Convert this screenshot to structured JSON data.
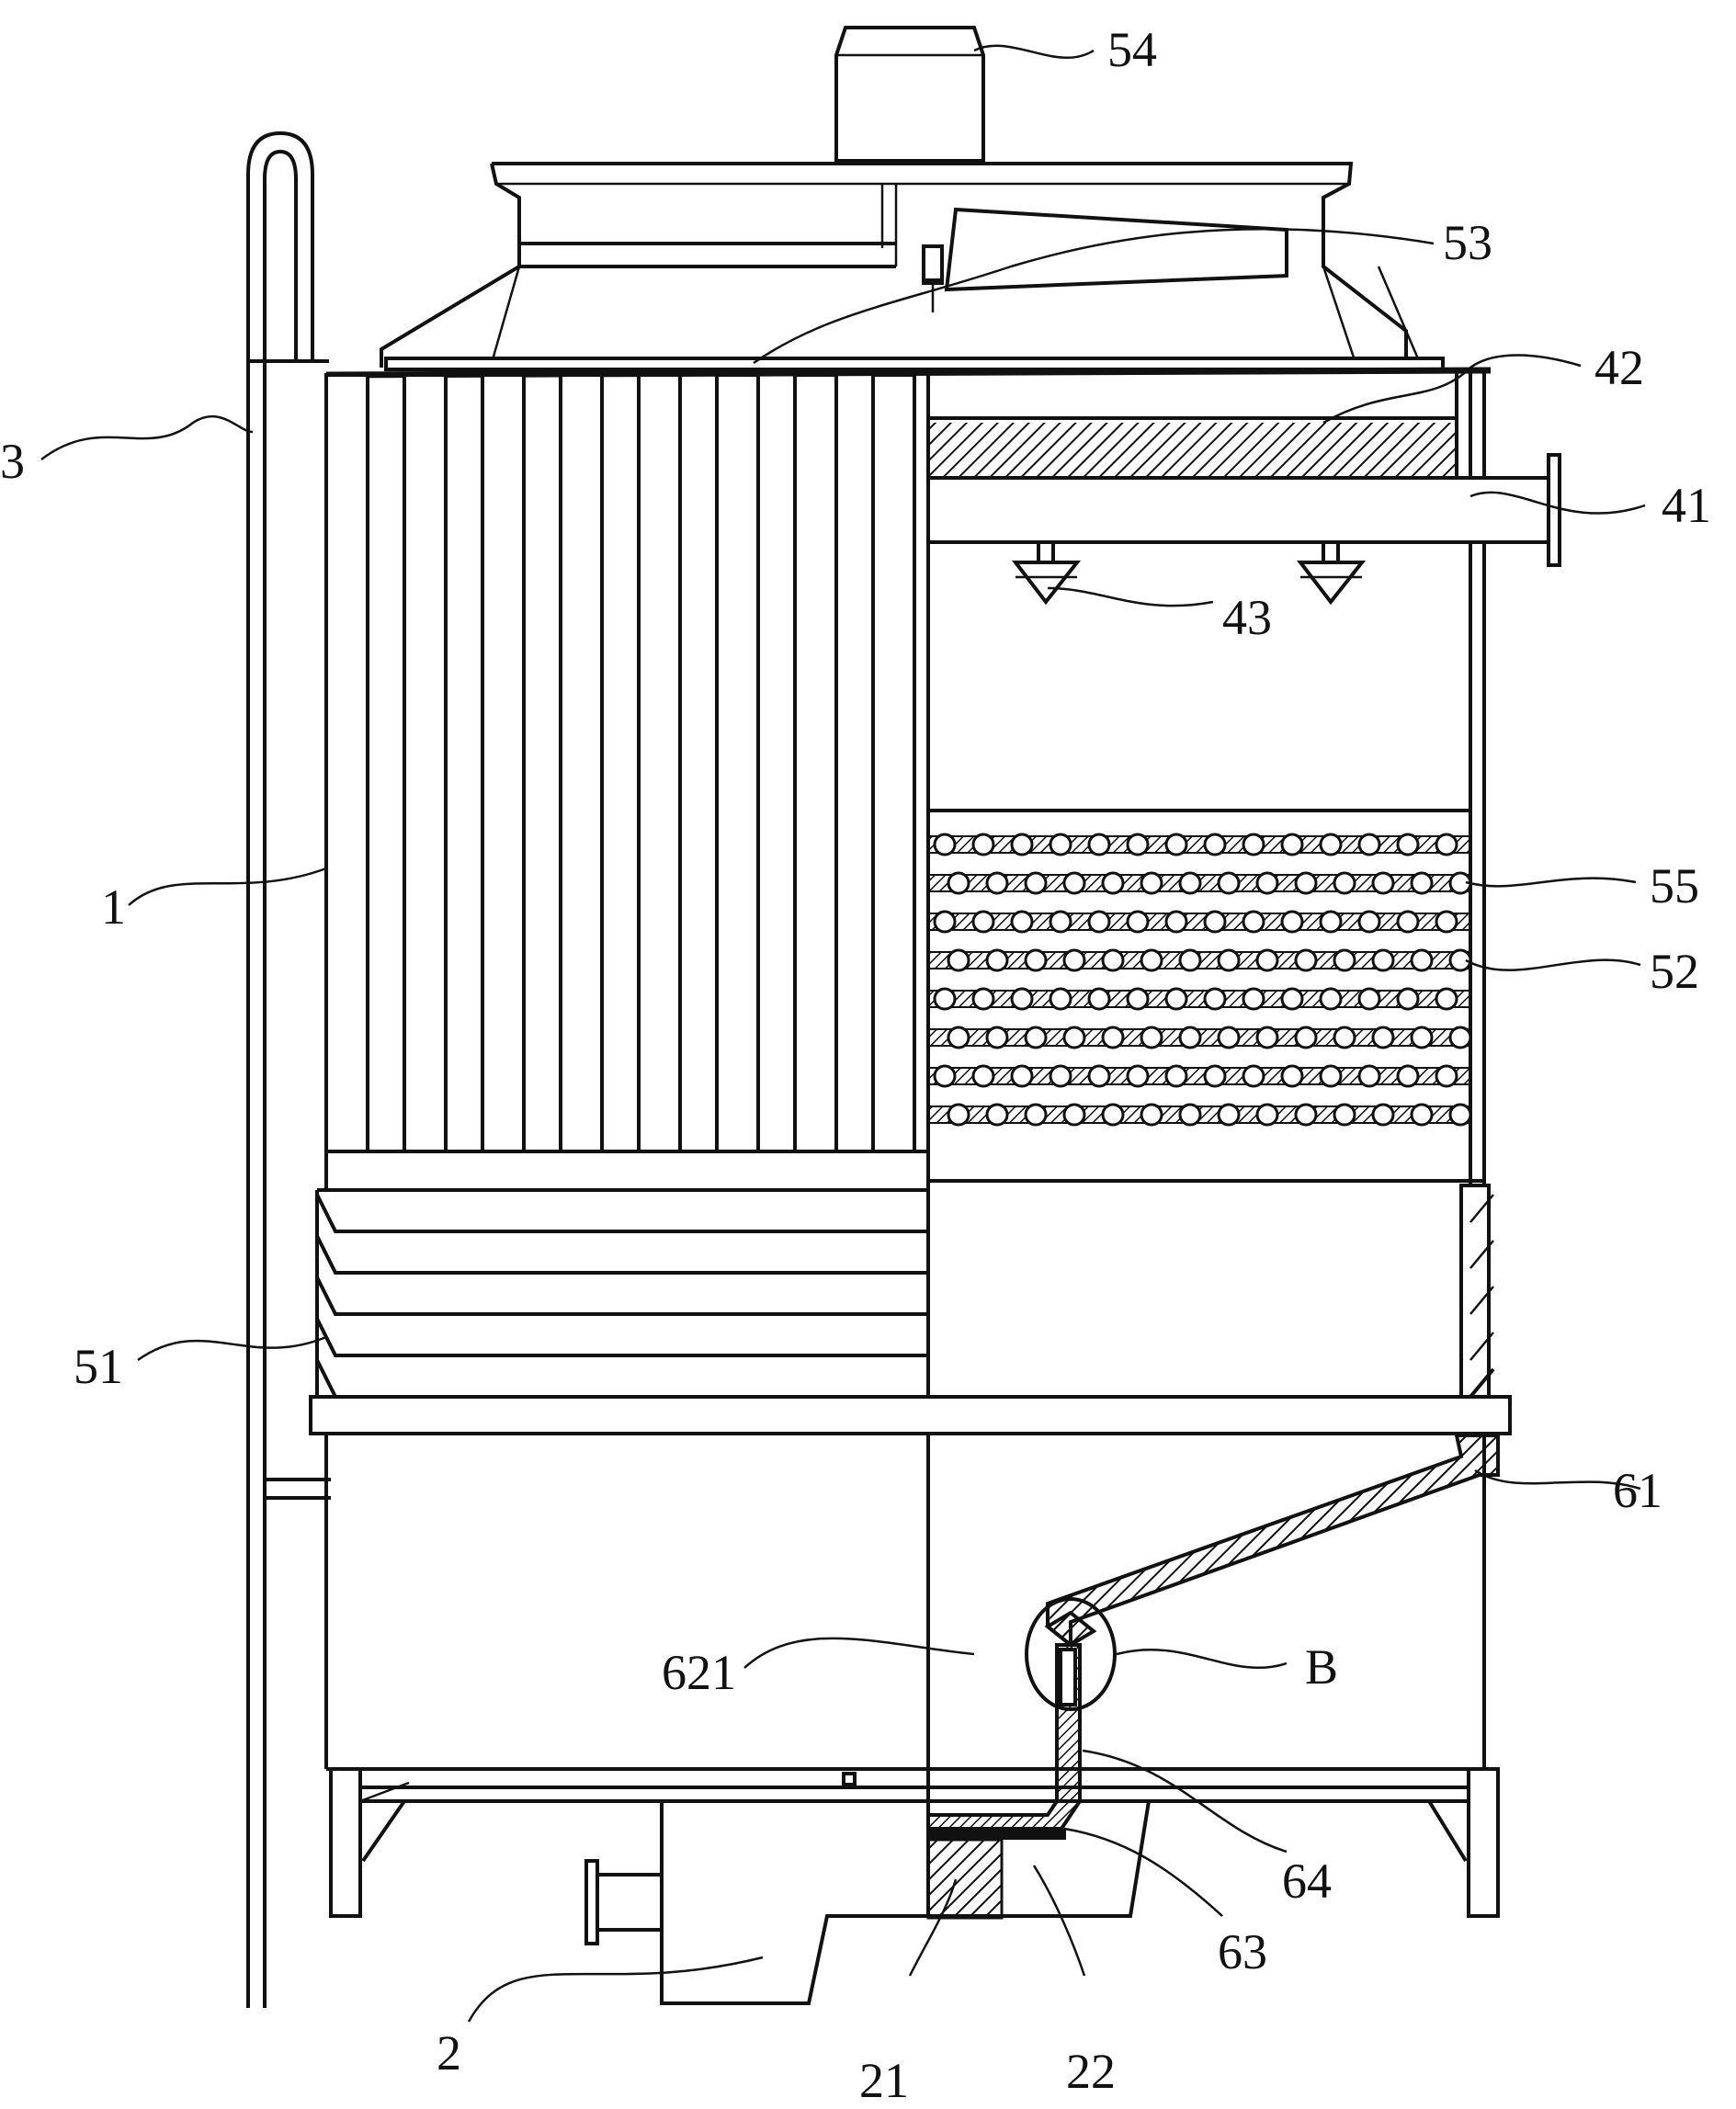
{
  "figure": {
    "labels": [
      {
        "id": "label-54",
        "text": "54"
      },
      {
        "id": "label-53",
        "text": "53"
      },
      {
        "id": "label-42",
        "text": "42"
      },
      {
        "id": "label-41",
        "text": "41"
      },
      {
        "id": "label-43",
        "text": "43"
      },
      {
        "id": "label-3",
        "text": "3"
      },
      {
        "id": "label-1",
        "text": "1"
      },
      {
        "id": "label-55",
        "text": "55"
      },
      {
        "id": "label-52",
        "text": "52"
      },
      {
        "id": "label-51",
        "text": "51"
      },
      {
        "id": "label-61",
        "text": "61"
      },
      {
        "id": "label-621",
        "text": "621"
      },
      {
        "id": "label-B",
        "text": "B"
      },
      {
        "id": "label-64",
        "text": "64"
      },
      {
        "id": "label-63",
        "text": "63"
      },
      {
        "id": "label-2",
        "text": "2"
      },
      {
        "id": "label-21",
        "text": "21"
      },
      {
        "id": "label-22",
        "text": "22"
      }
    ]
  }
}
